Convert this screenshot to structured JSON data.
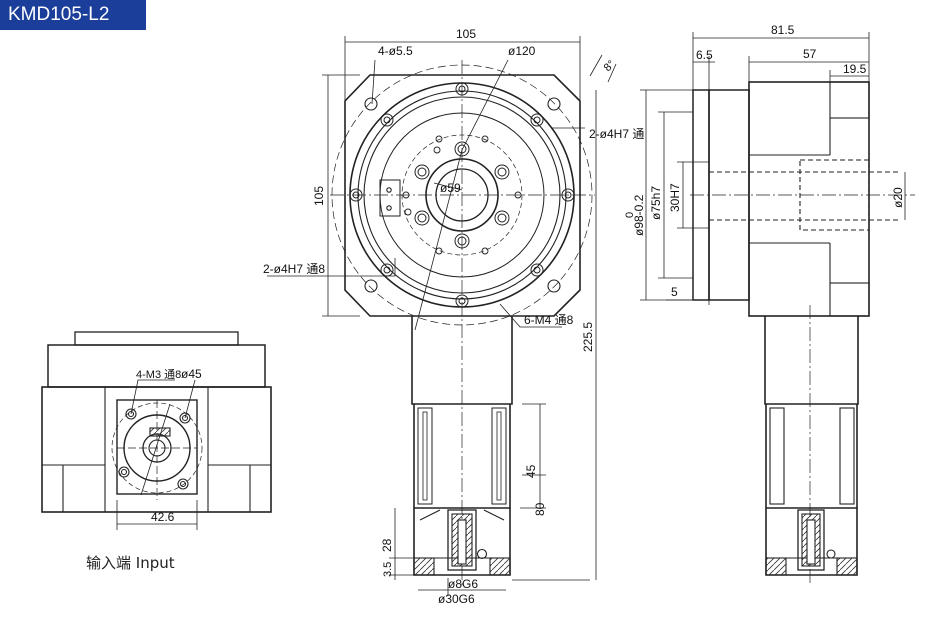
{
  "model_label": "KMD105-L2",
  "accent_color": "#1a3e9a",
  "front_view": {
    "top_width": "105",
    "hole_callout": "4-ø5.5",
    "pcd_callout": "ø120",
    "angle": "8°",
    "pin_callout_top": "2-ø4H7 通",
    "height": "105",
    "center_bore": "ø59",
    "pin_callout_left": "2-ø4H7 通8",
    "thread_callout": "6-M4 通8",
    "total_length": "225.5",
    "dim_45": "45",
    "dim_80": "80",
    "dim_28": "28",
    "dim_3_5": "3.5",
    "shaft_callout": "ø8G6",
    "pilot_callout": "ø30G6"
  },
  "side_view": {
    "overall": "81.5",
    "flange": "6.5",
    "body": "57",
    "output_len": "19.5",
    "dia_98": "ø98-0.2",
    "dia_98_upper": "0",
    "dia_75": "ø75h7",
    "dia_30": "30H7",
    "dia_20": "ø20",
    "dim_5": "5"
  },
  "input_view": {
    "thread_callout": "4-M3 通8",
    "pcd_callout": "ø45",
    "width": "42.6",
    "caption": "输入端 Input"
  }
}
